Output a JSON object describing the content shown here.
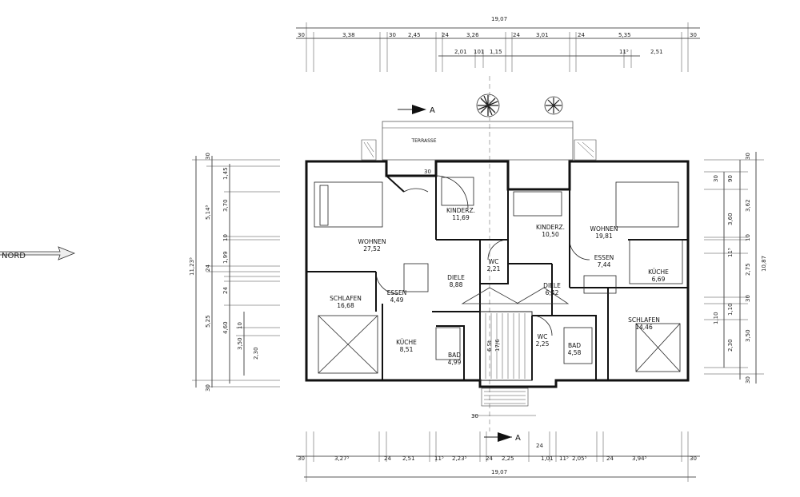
{
  "top_dims": {
    "total": "19,07",
    "row1": [
      "30",
      "3,38",
      "30",
      "2,45",
      "24",
      "3,26",
      "24",
      "3,01",
      "24",
      "5,35",
      "30"
    ],
    "row2": [
      "2,01",
      "101",
      "1,15",
      "11⁵",
      "2,51"
    ]
  },
  "bottom_dims": {
    "total": "19,07",
    "row1": [
      "30",
      "3,27⁵",
      "24",
      "2,51",
      "11⁵",
      "2,23⁵",
      "24",
      "2,25",
      "1,01",
      "11⁵",
      "2,05⁵",
      "24",
      "3,94⁵",
      "30"
    ],
    "stair": [
      "30",
      "24"
    ]
  },
  "left_dims": {
    "outer": "11,23⁵",
    "mid": [
      "30",
      "5,14⁵",
      "24",
      "5,25",
      "30"
    ],
    "inner": [
      "1,45",
      "3,70",
      "10",
      "1,99",
      "24",
      "4,60",
      "10"
    ],
    "inner2": [
      "3,50",
      "2,30"
    ]
  },
  "right_dims": {
    "outer": "10,87",
    "mid": [
      "30",
      "3,62",
      "10",
      "2,75",
      "30",
      "3,50",
      "30"
    ],
    "inner": [
      "30",
      "90",
      "3,60",
      "11⁵",
      "1,10",
      "1,10",
      "2,30"
    ]
  },
  "labels": {
    "north": "NORD",
    "terrace": "TERRASSE",
    "section_top": "A",
    "section_bottom": "A",
    "stair_note": "30",
    "step_count": "6 St",
    "step_note": "17/6"
  },
  "rooms": {
    "wohnen_l": {
      "name": "WOHNEN",
      "area": "27,52"
    },
    "schlafen_l": {
      "name": "SCHLAFEN",
      "area": "16,68"
    },
    "essen_l": {
      "name": "ESSEN",
      "area": "4,49"
    },
    "kueche_l": {
      "name": "KÜCHE",
      "area": "8,51"
    },
    "kinderz_l": {
      "name": "KINDERZ.",
      "area": "11,69"
    },
    "diele_l": {
      "name": "DIELE",
      "area": "8,88"
    },
    "wc_l": {
      "name": "WC",
      "area": "2,21"
    },
    "bad_l": {
      "name": "BAD",
      "area": "4,99"
    },
    "kinderz_r": {
      "name": "KINDERZ.",
      "area": "10,50"
    },
    "diele_r": {
      "name": "DIELE",
      "area": "6,42"
    },
    "wc_r": {
      "name": "WC",
      "area": "2,25"
    },
    "bad_r": {
      "name": "BAD",
      "area": "4,58"
    },
    "wohnen_r": {
      "name": "WOHNEN",
      "area": "19,81"
    },
    "essen_r": {
      "name": "ESSEN",
      "area": "7,44"
    },
    "kueche_r": {
      "name": "KÜCHE",
      "area": "6,69"
    },
    "schlafen_r": {
      "name": "SCHLAFEN",
      "area": "14,46"
    }
  }
}
